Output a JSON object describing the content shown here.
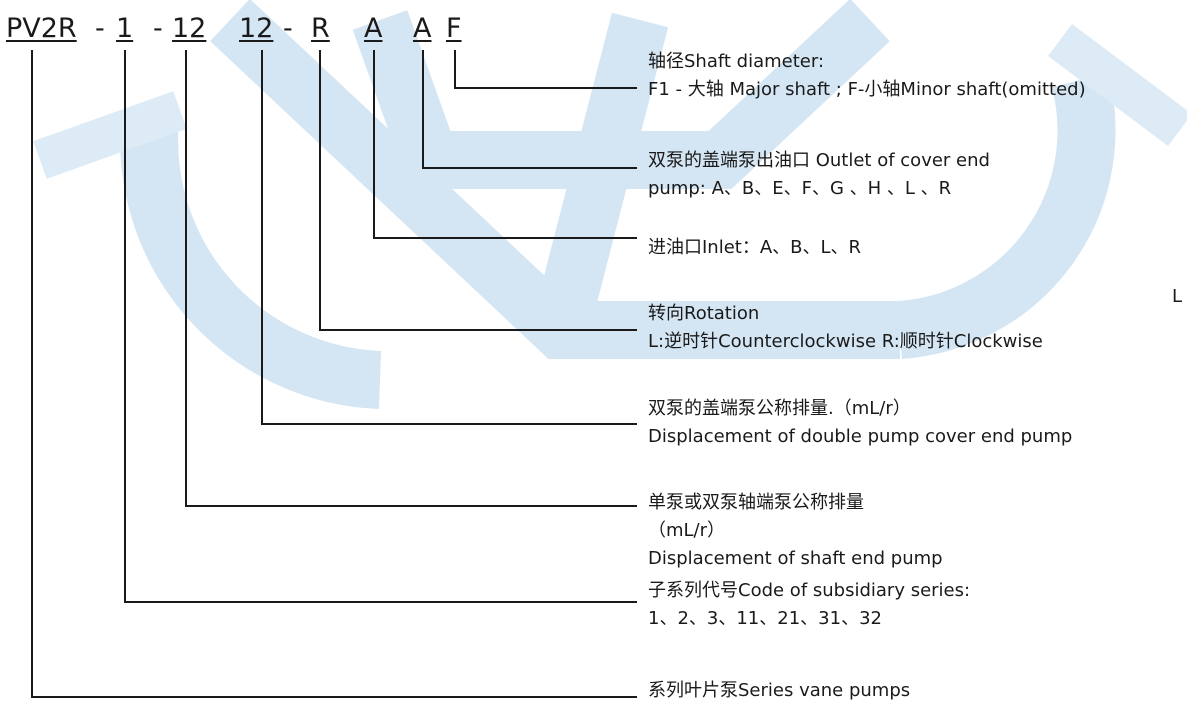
{
  "model_code": {
    "parts": [
      "PV2R",
      "1",
      "12",
      "12",
      "R",
      "A",
      "A",
      "F"
    ],
    "separator": "-"
  },
  "descriptions": {
    "shaft_diameter": [
      "轴径Shaft diameter:",
      "F1 - 大轴  Major shaft ; F-小轴Minor shaft(omitted)"
    ],
    "outlet": [
      "双泵的盖端泵出油口  Outlet of cover end",
      "pump: A、B、E、F、G 、H 、L 、R"
    ],
    "inlet": [
      "进油口Inlet：A、B、L、R"
    ],
    "rotation": [
      "转向Rotation",
      "L:逆时针Counterclockwise  R:顺时针Clockwise"
    ],
    "cover_displacement": [
      "双泵的盖端泵公称排量.（mL/r）",
      "Displacement of double pump cover end pump"
    ],
    "shaft_displacement": [
      "单泵或双泵轴端泵公称排量",
      "（mL/r）",
      "Displacement of shaft end pump"
    ],
    "subseries": [
      "子系列代号Code of subsidiary series:",
      "1、2、3、11、21、31、32"
    ],
    "series": [
      "系列叶片泵Series vane pumps"
    ]
  },
  "stray_text": "L",
  "colors": {
    "line": "#1a1a1a",
    "watermark": "#cfe2f2"
  }
}
